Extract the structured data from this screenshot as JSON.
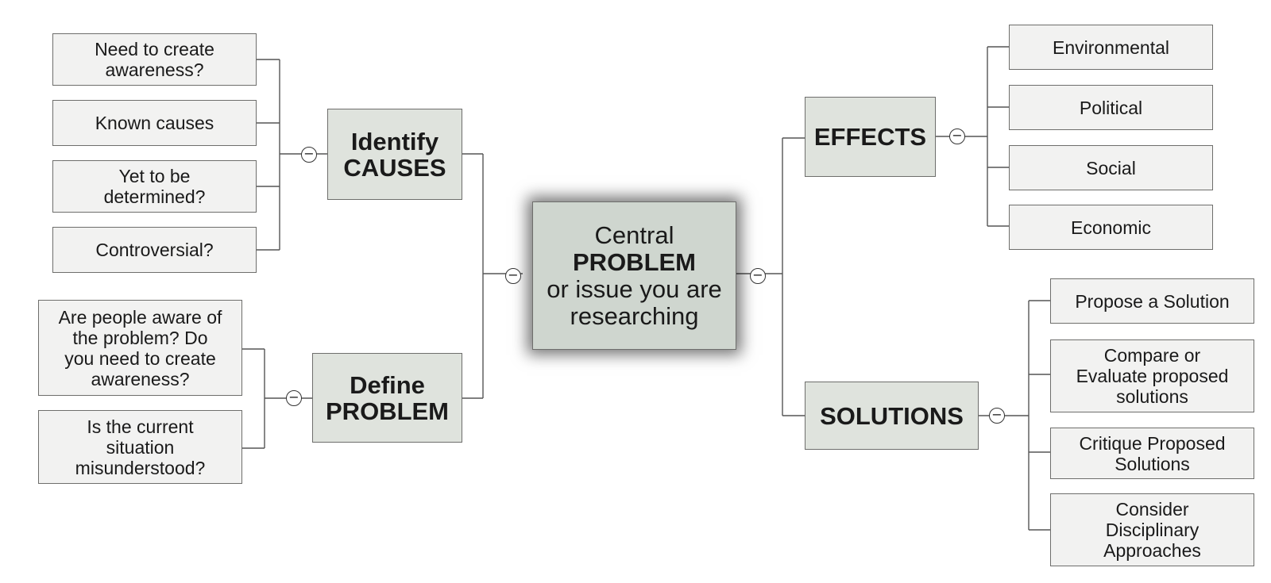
{
  "central": {
    "line1": "Central",
    "line2": "PROBLEM",
    "line3": "or issue you are",
    "line4": "researching"
  },
  "causes": {
    "label_line1": "Identify",
    "label_line2": "CAUSES",
    "items": [
      {
        "line1": "Need to create",
        "line2": "awareness?"
      },
      {
        "line1": "Known causes"
      },
      {
        "line1": "Yet to be",
        "line2": "determined?"
      },
      {
        "line1": "Controversial?"
      }
    ]
  },
  "define": {
    "label_line1": "Define",
    "label_line2": "PROBLEM",
    "items": [
      {
        "line1": "Are people aware of",
        "line2": "the problem?  Do",
        "line3": "you need to create",
        "line4": "awareness?"
      },
      {
        "line1": "Is the current",
        "line2": "situation",
        "line3": "misunderstood?"
      }
    ]
  },
  "effects": {
    "label": "EFFECTS",
    "items": [
      "Environmental",
      "Political",
      "Social",
      "Economic"
    ]
  },
  "solutions": {
    "label": "SOLUTIONS",
    "items": [
      {
        "line1": "Propose a Solution"
      },
      {
        "line1": "Compare or",
        "line2": "Evaluate proposed",
        "line3": "solutions"
      },
      {
        "line1": "Critique Proposed",
        "line2": "Solutions"
      },
      {
        "line1": "Consider",
        "line2": "Disciplinary",
        "line3": "Approaches"
      }
    ]
  },
  "collapse_symbol": "−",
  "colors": {
    "connector": "#555555",
    "leaf_fill": "#f2f2f1",
    "branch_fill": "#dfe3dd",
    "central_fill": "#cfd6cf"
  }
}
